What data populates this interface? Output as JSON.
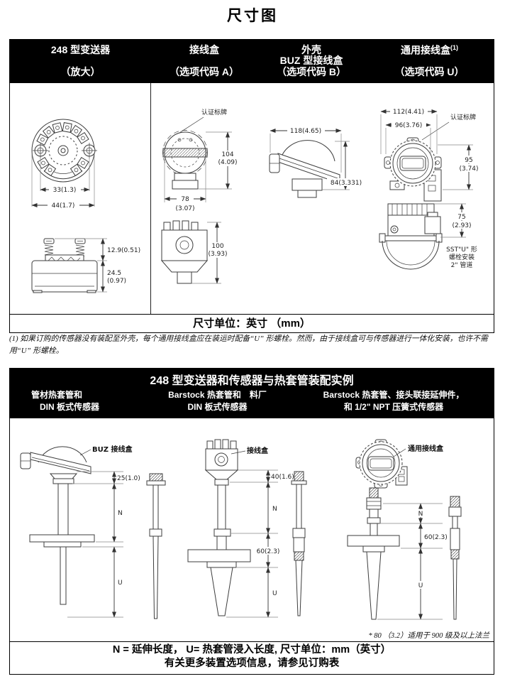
{
  "page": {
    "title": "尺寸图"
  },
  "table1": {
    "headers": {
      "c1l1": "248 型变送器",
      "c1l2": "（放大）",
      "c2l1": "接线盒",
      "c2l2": "（选项代码 A）",
      "c3l1": "外壳",
      "c3l2": "BUZ 型接线盒",
      "c3l3": "（选项代码 B）",
      "c4l1": "通用接线盒",
      "c4sup": "(1)",
      "c4l2": "（选项代码 U）"
    },
    "dims": {
      "t_top_inner": "33(1.3)",
      "t_top_outer": "44(1.7)",
      "t_side_upper": "12.9(0.51)",
      "t_side_mm": "24.5",
      "t_side_in": "(0.97)",
      "jb_tag": "认证标牌",
      "jb_h_mm": "104",
      "jb_h_in": "(4.09)",
      "jb_w_mm": "78",
      "jb_w_in": "(3.07)",
      "jb_side_mm": "100",
      "jb_side_in": "(3.93)",
      "buz_w": "118(4.65)",
      "buz_h": "84(3.331)",
      "u_tag": "认证标牌",
      "u_w1": "112(4.41)",
      "u_w2": "96(3.76)",
      "u_h_mm": "95",
      "u_h_in": "(3.74)",
      "u_side_mm": "75",
      "u_side_in": "(2.93)",
      "u_mount1": "SST\"U\" 形",
      "u_mount2": "螺栓安装",
      "u_mount3": "2\" 管道"
    },
    "units_note": "尺寸单位：英寸 （mm）"
  },
  "footnote1": "(1) 如果订购的传感器没有装配至外壳，每个通用接线盒应在装运时配备“U” 形螺栓。然而，由于接线盒可与传感器进行一体化安装，也许不需用“U” 形螺栓。",
  "table2": {
    "title": "248 型变送器和传感器与热套管装配实例",
    "headers": {
      "c1l1": "管材热套管和",
      "c1l2": "DIN 板式传感器",
      "c2l1": "Barstock 热套管和　料厂",
      "c2l2": "DIN 板式传感器",
      "c3l1": "Barstock 热套管、接头联接延伸件，",
      "c3l2": "和 1/2\" NPT 压簧式传感器"
    },
    "labels": {
      "a1_head": "BUZ 接线盒",
      "a1_d1": "25(1.0)",
      "a2_head": "接线盒",
      "a2_d1": "40(1.6)",
      "a2_d2": "60(2.3)",
      "a3_head": "通用接线盒",
      "a3_d1": "60(2.3)",
      "n": "N",
      "u": "U"
    },
    "flange_footnote": "* 80 （3.2）适用于 900 级及以上法兰",
    "note_line1": "N = 延伸长度， U= 热套管浸入长度, 尺寸单位：mm（英寸）",
    "note_line2": "有关更多装置选项信息，请参见订购表"
  }
}
